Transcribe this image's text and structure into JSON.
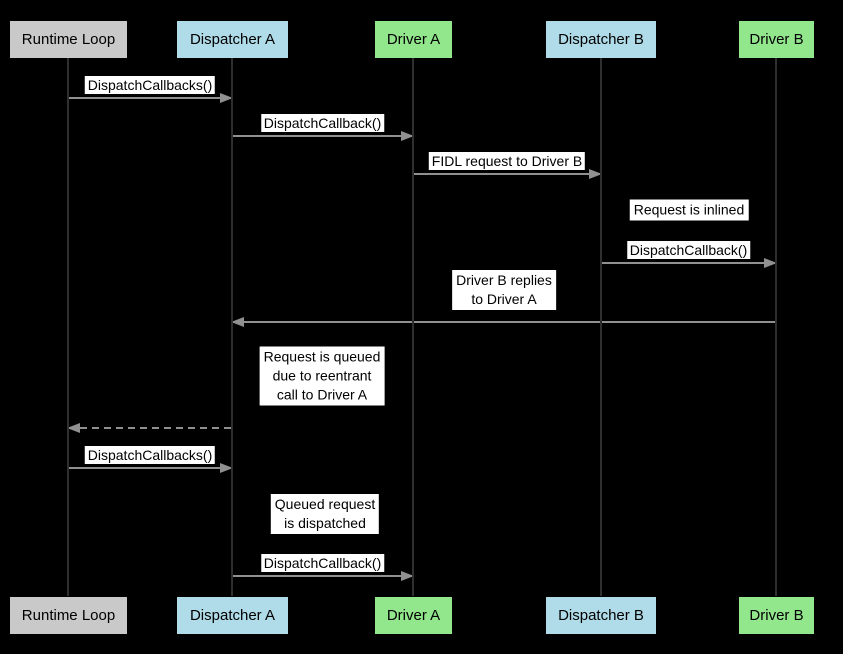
{
  "diagram_type": "sequence-diagram",
  "colors": {
    "background": "#000000",
    "arrow": "#909090",
    "lifeline": "#2f2f2f",
    "label_bg": "#ffffff",
    "label_text": "#000000",
    "participant_gray": "#c9c9c9",
    "participant_blue": "#b0dbe8",
    "participant_green": "#92e78c"
  },
  "participants": [
    {
      "name": "runtime-loop",
      "label": "Runtime Loop",
      "color": "#c9c9c9"
    },
    {
      "name": "dispatcher-a",
      "label": "Dispatcher A",
      "color": "#b0dbe8"
    },
    {
      "name": "driver-a",
      "label": "Driver A",
      "color": "#92e78c"
    },
    {
      "name": "dispatcher-b",
      "label": "Dispatcher B",
      "color": "#b0dbe8"
    },
    {
      "name": "driver-b",
      "label": "Driver B",
      "color": "#92e78c"
    }
  ],
  "messages": [
    {
      "label": "DispatchCallbacks()",
      "from": "Runtime Loop",
      "to": "Dispatcher A",
      "style": "solid"
    },
    {
      "label": "DispatchCallback()",
      "from": "Dispatcher A",
      "to": "Driver A",
      "style": "solid"
    },
    {
      "label": "FIDL request to Driver B",
      "from": "Driver A",
      "to": "Dispatcher B",
      "style": "solid"
    },
    {
      "label": "DispatchCallback()",
      "from": "Dispatcher B",
      "to": "Driver B",
      "style": "solid"
    },
    {
      "label": "",
      "from": "Driver B",
      "to": "Dispatcher A",
      "style": "solid"
    },
    {
      "label": "",
      "from": "Dispatcher A",
      "to": "Runtime Loop",
      "style": "dashed"
    },
    {
      "label": "DispatchCallbacks()",
      "from": "Runtime Loop",
      "to": "Dispatcher A",
      "style": "solid"
    },
    {
      "label": "DispatchCallback()",
      "from": "Dispatcher A",
      "to": "Driver A",
      "style": "solid"
    }
  ],
  "notes": [
    {
      "name": "request-inlined",
      "lines": [
        "Request is inlined"
      ]
    },
    {
      "name": "driver-b-replies",
      "lines": [
        "Driver B replies",
        "to Driver A"
      ]
    },
    {
      "name": "request-queued",
      "lines": [
        "Request is queued",
        "due to reentrant",
        "call to Driver A"
      ]
    },
    {
      "name": "queued-dispatched",
      "lines": [
        "Queued request",
        "is dispatched"
      ]
    }
  ]
}
